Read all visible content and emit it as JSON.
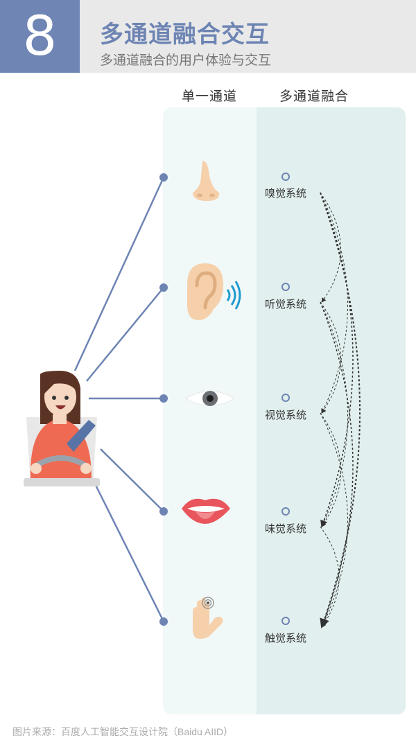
{
  "header": {
    "number": "8",
    "title": "多通道融合交互",
    "subtitle": "多通道融合的用户体验与交互"
  },
  "columns": {
    "single": "单一通道",
    "multi": "多通道融合"
  },
  "channels": [
    {
      "sense": "nose-icon",
      "system": "嗅觉系统"
    },
    {
      "sense": "ear-icon",
      "system": "听觉系统"
    },
    {
      "sense": "eye-icon",
      "system": "视觉系统"
    },
    {
      "sense": "mouth-icon",
      "system": "味觉系统"
    },
    {
      "sense": "hand-icon",
      "system": "触觉系统"
    }
  ],
  "footer": {
    "source": "图片来源：百度人工智能交互设计院（Baidu AIID）"
  },
  "colors": {
    "accent": "#6d84b3",
    "number_box": "#6f86b4",
    "panel_left": "#f1f8f8",
    "panel_right": "#e1efee"
  }
}
